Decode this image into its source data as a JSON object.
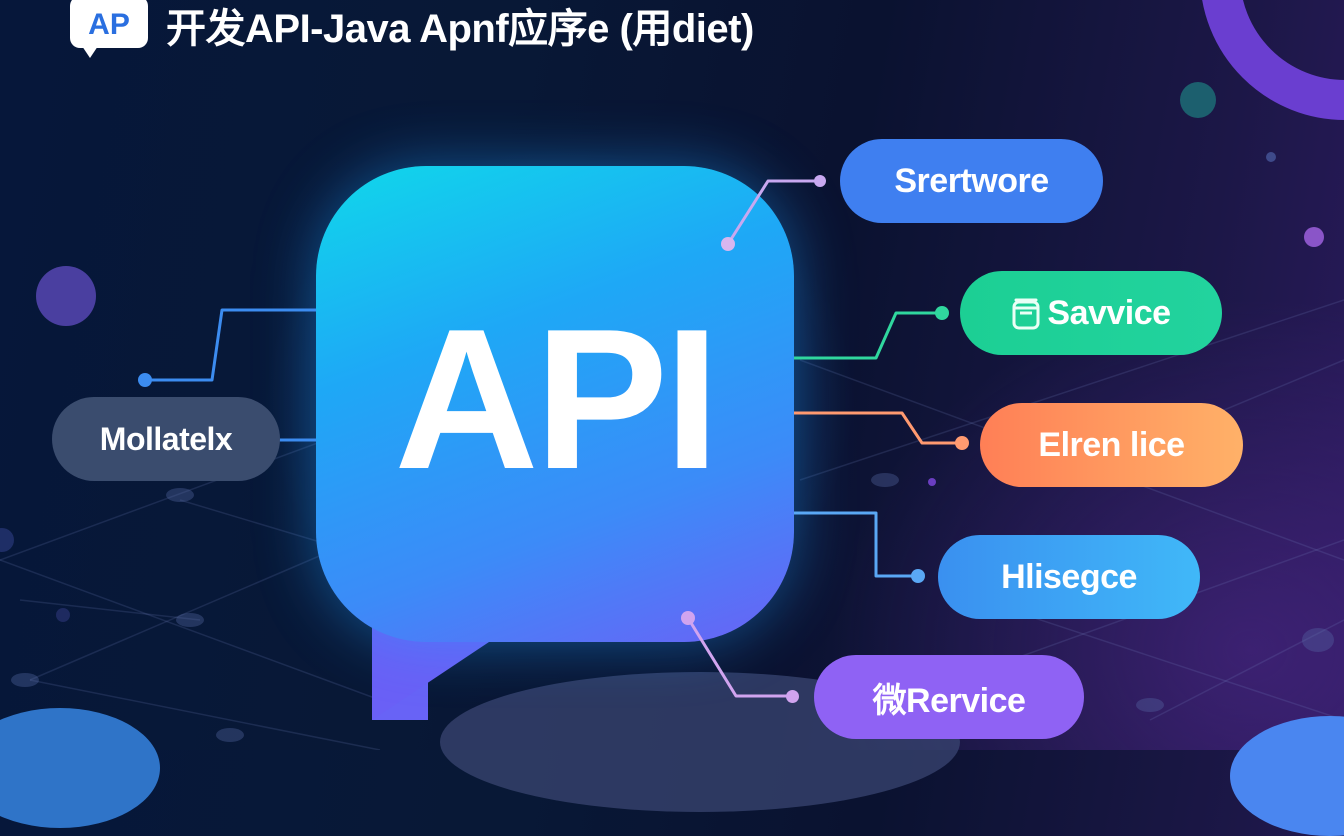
{
  "header": {
    "logo_text": "AP",
    "title": "开发API-Java Apnf应序e (用diet)"
  },
  "hub": {
    "label": "API",
    "gradient": [
      "#10d8ea",
      "#1ea8f6",
      "#3c8bf8",
      "#6a62f6"
    ]
  },
  "nodes": [
    {
      "id": "srertwore",
      "label": "Srertwore",
      "color": "#3f7ff0",
      "wire_color": "#c8a8f0",
      "icon": null
    },
    {
      "id": "savvice",
      "label": "Savvice",
      "color": "#1ccf94",
      "wire_color": "#30d79e",
      "icon": "jar-icon"
    },
    {
      "id": "elren-lice",
      "label": "Elren lice",
      "color": "#ff8a5a",
      "wire_color": "#ff9a70",
      "icon": null
    },
    {
      "id": "hlisegce",
      "label": "Hlisegce",
      "color": "#3aa4f6",
      "wire_color": "#5aa8f5",
      "icon": null
    },
    {
      "id": "rervice",
      "label": "微Rervice",
      "color": "#8f62f4",
      "wire_color": "#d1a4ef",
      "icon": null
    },
    {
      "id": "mollatelx",
      "label": "Mollatelx",
      "color": "#3a4c6e",
      "wire_color": "#3c8cf0",
      "icon": null
    }
  ],
  "colors": {
    "background_left": "#06173a",
    "background_right": "#2a1a5c",
    "ring": "#6a3ed0"
  }
}
